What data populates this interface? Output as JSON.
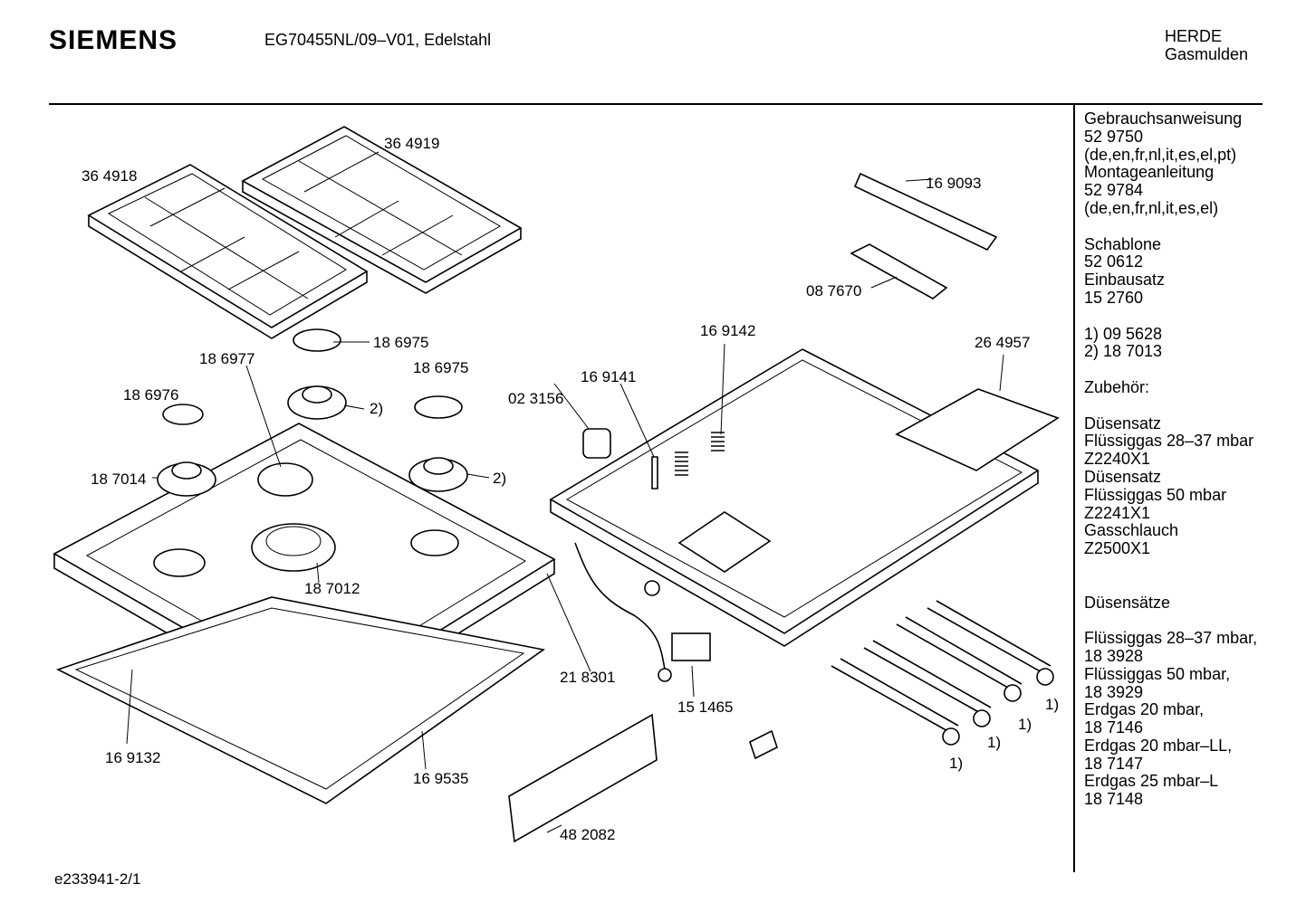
{
  "header": {
    "brand": "SIEMENS",
    "model": "EG70455NL/09–V01, Edelstahl",
    "category_1": "HERDE",
    "category_2": "Gasmulden"
  },
  "footer": {
    "code": "e233941-2/1"
  },
  "side_panel": [
    "Gebrauchsanweisung",
    "52 9750",
    "(de,en,fr,nl,it,es,el,pt)",
    "Montageanleitung",
    "52 9784",
    "(de,en,fr,nl,it,es,el)",
    "",
    "Schablone",
    "52 0612",
    "Einbausatz",
    "15 2760",
    "",
    "1)  09 5628",
    "2)  18 7013",
    "",
    "Zubehör:",
    "",
    "Düsensatz",
    "Flüssiggas 28–37 mbar",
    "Z2240X1",
    "Düsensatz",
    "Flüssiggas 50 mbar",
    "Z2241X1",
    "Gasschlauch",
    "Z2500X1",
    "",
    "",
    "Düsensätze",
    "",
    "Flüssiggas 28–37 mbar,",
    "18 3928",
    "Flüssiggas 50 mbar,",
    "18 3929",
    "Erdgas 20 mbar,",
    "18 7146",
    "Erdgas 20 mbar–LL,",
    "18 7147",
    "Erdgas 25 mbar–L",
    "18 7148"
  ],
  "parts": {
    "p364918": "36 4918",
    "p364919": "36 4919",
    "p169093": "16 9093",
    "p087670": "08 7670",
    "p186975a": "18 6975",
    "p186977": "18 6977",
    "p186975b": "18 6975",
    "p186976": "18 6976",
    "p169142": "16 9142",
    "p264957": "26 4957",
    "p169141": "16 9141",
    "p023156": "02 3156",
    "p187014": "18 7014",
    "p187012": "18 7012",
    "p218301": "21 8301",
    "p151465": "15 1465",
    "p169132": "16 9132",
    "p169535": "16 9535",
    "p482082": "48 2082",
    "note2a": "2)",
    "note2b": "2)",
    "note1a": "1)",
    "note1b": "1)",
    "note1c": "1)",
    "note1d": "1)"
  }
}
